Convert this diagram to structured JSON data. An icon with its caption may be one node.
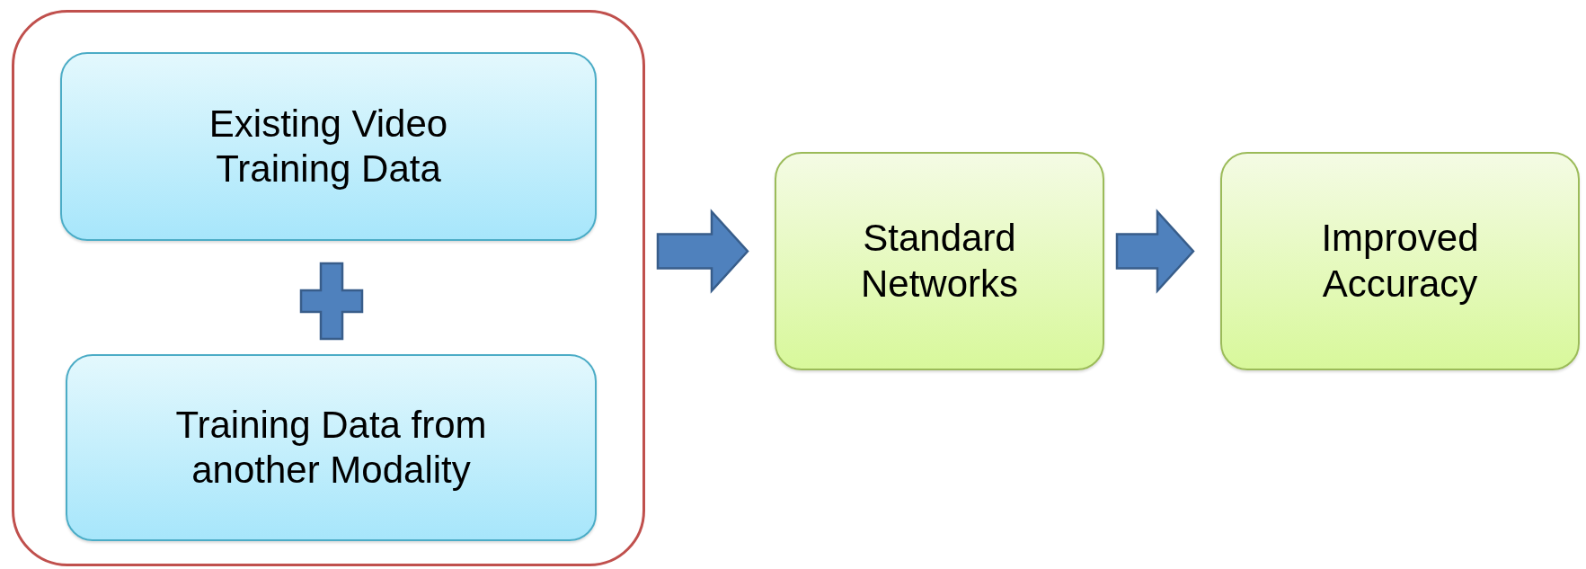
{
  "diagram": {
    "nodes": [
      {
        "text": [],
        "shape": "box"
      },
      {
        "text": [
          "Existing Video Training Data"
        ],
        "in": 0
      },
      {
        "text": [
          "Training Data from another Modality"
        ],
        "in": 0
      },
      {
        "text": [
          "Standard Networks"
        ]
      },
      {
        "text": [
          "Improved Accuracy"
        ]
      }
    ],
    "edges": [
      {
        "from": 0,
        "to": 3,
        "arrow": "to"
      },
      {
        "from": 3,
        "to": 4,
        "arrow": "to"
      }
    ]
  }
}
